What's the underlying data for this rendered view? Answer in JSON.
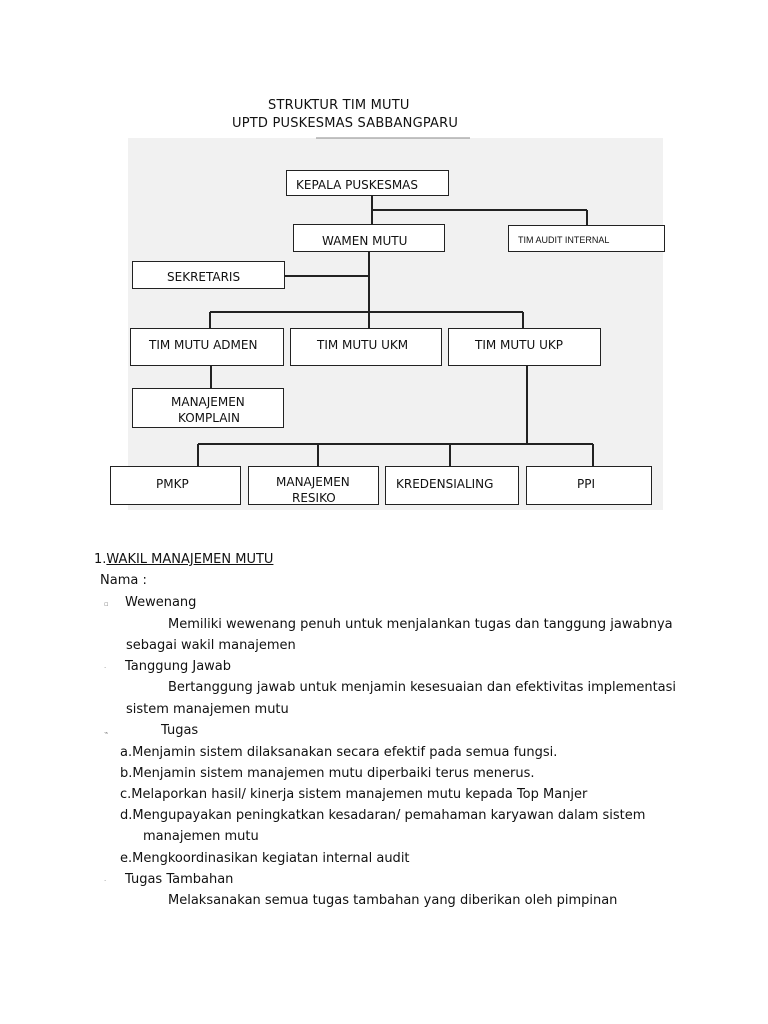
{
  "header": {
    "title_line1": "STRUKTUR TIM MUTU",
    "title_line2": "UPTD PUSKESMAS SABBANGPARU"
  },
  "org_chart": {
    "kepala": "KEPALA PUSKESMAS",
    "wamen": "WAMEN MUTU",
    "audit": "TIM AUDIT INTERNAL",
    "sekretaris": "SEKRETARIS",
    "admen": "TIM MUTU ADMEN",
    "ukm": "TIM MUTU UKM",
    "ukp": "TIM MUTU UKP",
    "komplain_1": "MANAJEMEN",
    "komplain_2": "KOMPLAIN",
    "pmkp": "PMKP",
    "resiko_1": "MANAJEMEN",
    "resiko_2": "RESIKO",
    "kredensialing": "KREDENSIALING",
    "ppi": "PPI"
  },
  "section": {
    "number": "1.",
    "heading": "WAKIL MANAJEMEN MUTU",
    "nama": "Nama :",
    "wewenang_title": "Wewenang",
    "wewenang_line1": "Memiliki wewenang penuh untuk menjalankan tugas dan tanggung jawabnya",
    "wewenang_line2": "sebagai wakil manajemen",
    "tanggung_title": "Tanggung Jawab",
    "tanggung_line1": "Bertanggung jawab untuk menjamin kesesuaian dan efektivitas implementasi",
    "tanggung_line2": "sistem manajemen mutu",
    "tugas_title": "Tugas",
    "tugas_items": [
      "a.Menjamin sistem dilaksanakan secara efektif  pada semua fungsi.",
      "b.Menjamin sistem manajemen mutu diperbaiki terus menerus.",
      "c.Melaporkan hasil/ kinerja sistem manajemen mutu kepada Top  Manjer",
      "d.Mengupayakan peningkatkan kesadaran/  pemahaman karyawan dalam sistem",
      "manajemen mutu",
      "e.Mengkoordinasikan kegiatan internal audit"
    ],
    "tambahan_title": "Tugas Tambahan",
    "tambahan_line1": "Melaksanakan semua tugas tambahan yang diberikan oleh pimpinan"
  }
}
